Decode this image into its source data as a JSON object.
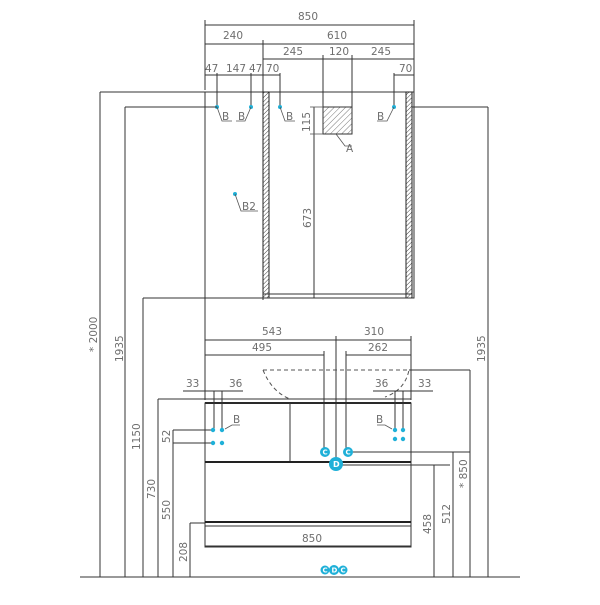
{
  "drawing": {
    "title": "Mirror cabinet and vanity unit installation drawing",
    "accent_color": "#1fb0d8",
    "line_color": "#333333",
    "label_color": "#6e6e6e"
  },
  "top_dimensions": {
    "overall_width": "850",
    "left_section": "240",
    "right_section": "610",
    "split_245_left": "245",
    "split_120": "120",
    "split_245_right": "245",
    "left_47a": "47",
    "left_147": "147",
    "left_47b": "47",
    "left_70": "70",
    "right_70": "70"
  },
  "mirror_cabinet": {
    "lamp_height": "115",
    "interior_height": "673",
    "callout_a": "A",
    "callout_b": "B",
    "callout_b2": "B2"
  },
  "vertical_dimensions_left": {
    "total_height": "* 2000",
    "mirror_top": "1935",
    "mirror_bottom": "1150",
    "vanity_top": "730",
    "outlet_height": "550",
    "outlet_spacing": "52",
    "plinth": "208"
  },
  "vertical_dimensions_right": {
    "mirror_top": "1935",
    "counter_height": "* 850",
    "drain_height": "512",
    "drawer_height": "458"
  },
  "vanity": {
    "width_543": "543",
    "width_495": "495",
    "width_310": "310",
    "width_262": "262",
    "left_33": "33",
    "left_36": "36",
    "right_36": "36",
    "right_33": "33",
    "bottom_width": "850",
    "callout_b": "B"
  },
  "markers": {
    "c": "C",
    "d": "D"
  }
}
